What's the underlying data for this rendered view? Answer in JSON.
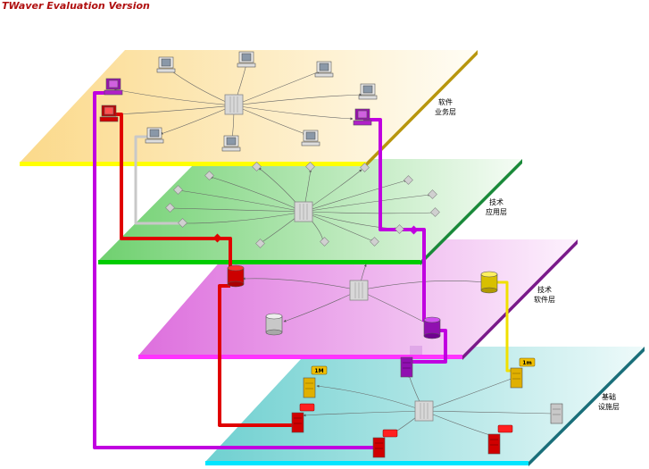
{
  "watermark": "TWaver Evaluation Version",
  "layers": [
    {
      "id": "software-business",
      "label_line1": "软件",
      "label_line2": "业务层",
      "color_start": "#fbd98a",
      "color_end": "#fffdf5",
      "edge": "#ffff00",
      "side": "#b8960c"
    },
    {
      "id": "tech-application",
      "label_line1": "技术",
      "label_line2": "应用层",
      "color_start": "#6fd06f",
      "color_end": "#f5fcf5",
      "edge": "#00cc00",
      "side": "#1a8a3a"
    },
    {
      "id": "tech-software",
      "label_line1": "技术",
      "label_line2": "软件层",
      "color_start": "#dd6edd",
      "color_end": "#fdf2fd",
      "edge": "#ff33ff",
      "side": "#7a1a8a"
    },
    {
      "id": "infrastructure",
      "label_line1": "基础",
      "label_line2": "设施层",
      "color_start": "#6fd0d0",
      "color_end": "#eefafa",
      "edge": "#00e5ff",
      "side": "#1a6f7a"
    }
  ],
  "badges": [
    "1M",
    "1m"
  ],
  "colors": {
    "red_link": "#e00000",
    "purple_link": "#c000e0",
    "gray_link": "#c8c8c8",
    "yellow_link": "#f0e000",
    "hub": "#d8d8d8"
  }
}
